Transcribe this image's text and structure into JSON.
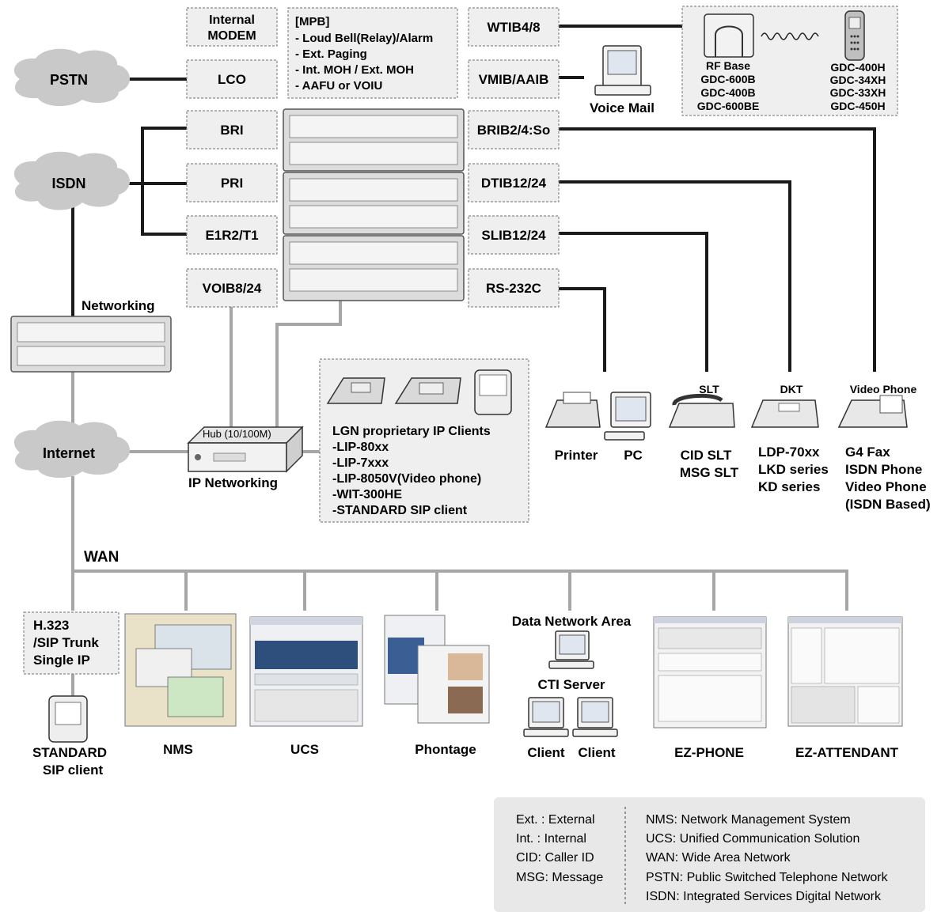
{
  "top_boxes": {
    "internal_modem": [
      "Internal",
      "MODEM"
    ],
    "mpb": [
      "[MPB]",
      "- Loud Bell(Relay)/Alarm",
      "- Ext. Paging",
      "- Int. MOH / Ext. MOH",
      "- AAFU or VOIU"
    ],
    "lco": "LCO",
    "wtib": "WTIB4/8",
    "vmib": "VMIB/AAIB",
    "voice_mail": "Voice Mail"
  },
  "wireless": {
    "rf_base": [
      "RF Base",
      "GDC-600B",
      "GDC-400B",
      "GDC-600BE"
    ],
    "handsets": [
      "GDC-400H",
      "GDC-34XH",
      "GDC-33XH",
      "GDC-450H"
    ]
  },
  "clouds": {
    "pstn": "PSTN",
    "isdn": "ISDN",
    "internet": "Internet"
  },
  "left_boards": {
    "bri": "BRI",
    "pri": "PRI",
    "e1r2": "E1R2/T1",
    "voib": "VOIB8/24"
  },
  "right_boards": {
    "brib": "BRIB2/4:So",
    "dtib": "DTIB12/24",
    "slib": "SLIB12/24",
    "rs232": "RS-232C"
  },
  "networking": "Networking",
  "hub": {
    "label": "Hub (10/100M)",
    "caption": "IP Networking"
  },
  "ip_clients": [
    "LGN proprietary IP Clients",
    "-LIP-80xx",
    "-LIP-7xxx",
    "-LIP-8050V(Video phone)",
    "-WIT-300HE",
    "-STANDARD SIP client"
  ],
  "terminals": {
    "printer": "Printer",
    "pc": "PC",
    "slt": {
      "head": "SLT",
      "lines": [
        "CID SLT",
        "MSG SLT"
      ]
    },
    "dkt": {
      "head": "DKT",
      "lines": [
        "LDP-70xx",
        "LKD series",
        "KD series"
      ]
    },
    "video": {
      "head": "Video Phone",
      "lines": [
        "G4 Fax",
        "ISDN Phone",
        "Video Phone",
        "(ISDN Based)"
      ]
    }
  },
  "wan": "WAN",
  "trunk": [
    "H.323",
    "/SIP Trunk",
    "Single IP"
  ],
  "sip_client": [
    "STANDARD",
    "SIP client"
  ],
  "apps": {
    "nms": "NMS",
    "ucs": "UCS",
    "phontage": "Phontage",
    "data_network": "Data Network Area",
    "cti_server": "CTI Server",
    "client1": "Client",
    "client2": "Client",
    "ezphone": "EZ-PHONE",
    "ezattendant": "EZ-ATTENDANT"
  },
  "legend": {
    "left": [
      "Ext. : External",
      "Int. : Internal",
      "CID: Caller ID",
      "MSG: Message"
    ],
    "right": [
      "NMS: Network Management System",
      "UCS: Unified Communication Solution",
      "WAN: Wide Area Network",
      "PSTN: Public Switched Telephone Network",
      "ISDN: Integrated Services Digital Network"
    ]
  }
}
